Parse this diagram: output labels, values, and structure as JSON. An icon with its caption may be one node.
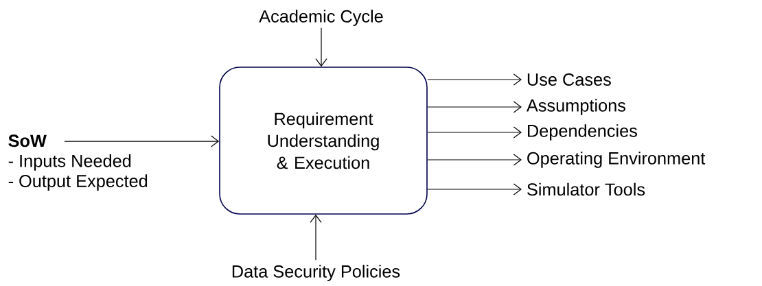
{
  "diagram": {
    "nodes": [
      {
        "text": [
          "Requirement Understanding & Execution"
        ]
      },
      {
        "text": [
          "Academic Cycle"
        ]
      },
      {
        "text": [
          "SoW",
          "- Inputs Needed",
          "- Output Expected"
        ]
      },
      {
        "text": [
          "Data Security Policies"
        ]
      },
      {
        "text": [
          "Use Cases"
        ]
      },
      {
        "text": [
          "Assumptions"
        ]
      },
      {
        "text": [
          "Dependencies"
        ]
      },
      {
        "text": [
          "Operating Environment"
        ]
      },
      {
        "text": [
          "Simulator Tools"
        ]
      }
    ],
    "edges": [
      {
        "from": 1,
        "to": 0,
        "arrow": "to"
      },
      {
        "from": 2,
        "to": 0,
        "arrow": "to"
      },
      {
        "from": 3,
        "to": 0,
        "arrow": "to"
      },
      {
        "from": 0,
        "to": 4,
        "arrow": "to"
      },
      {
        "from": 0,
        "to": 5,
        "arrow": "to"
      },
      {
        "from": 0,
        "to": 6,
        "arrow": "to"
      },
      {
        "from": 0,
        "to": 7,
        "arrow": "to"
      },
      {
        "from": 0,
        "to": 8,
        "arrow": "to"
      }
    ]
  }
}
